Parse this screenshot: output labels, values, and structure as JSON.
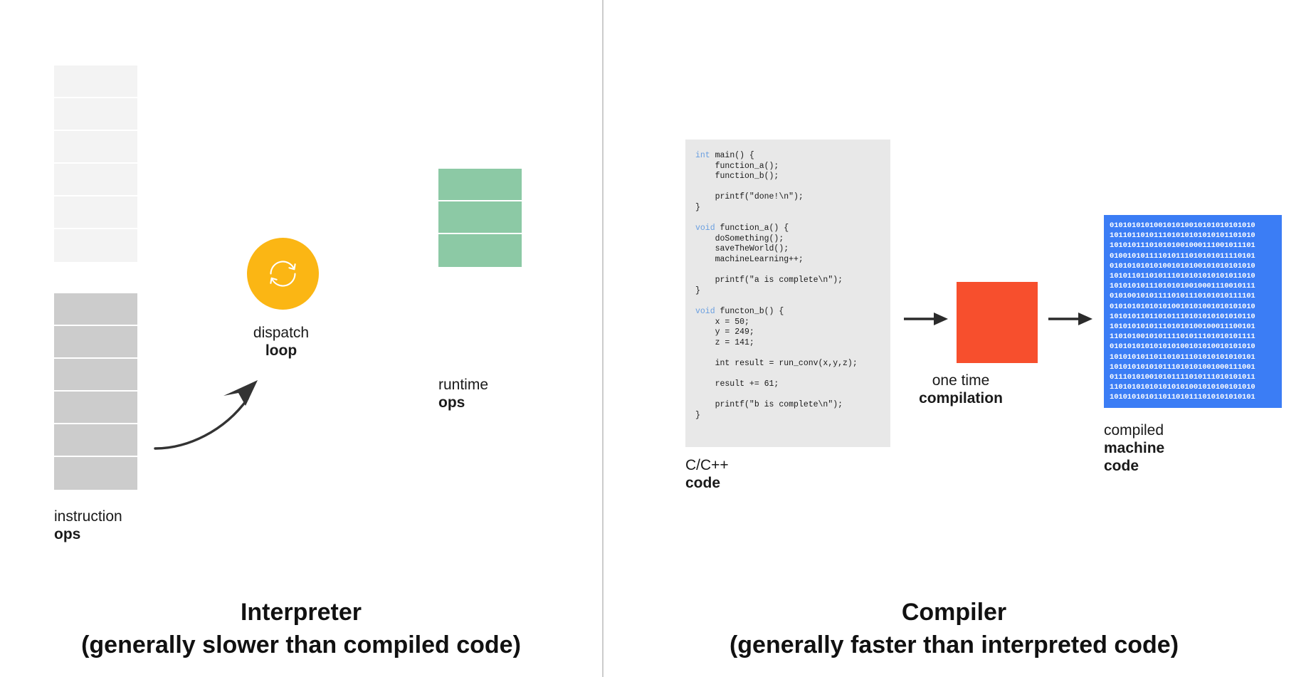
{
  "diagram": {
    "title": "Interpreter vs Compiler",
    "divider": {
      "color": "#cccccc"
    }
  },
  "interpreter": {
    "light_stack": {
      "name": "empty-instruction-slots",
      "count": 6,
      "color": "#f3f3f3"
    },
    "gray_stack": {
      "name": "instruction-ops-blocks",
      "count": 6,
      "color": "#cccccc"
    },
    "green_stack": {
      "name": "runtime-ops-blocks",
      "count": 3,
      "color": "#8cc9a5"
    },
    "dispatch": {
      "circle_color": "#fbb614",
      "icon": "refresh-loop-icon",
      "label_line1": "dispatch",
      "label_line2": "loop"
    },
    "instruction_ops": {
      "line1": "instruction",
      "line2": "ops"
    },
    "runtime_ops": {
      "line1": "runtime",
      "line2": "ops"
    },
    "caption": {
      "line1": "Interpreter",
      "line2_prefix": "(generally ",
      "line2_bold": "slower",
      "line2_suffix": " than compiled code)",
      "line2_full": "(generally slower than compiled code)"
    }
  },
  "compiler": {
    "code_label": {
      "line1": "C/C++",
      "line2": "code"
    },
    "code_panel": {
      "background": "#e8e8e8",
      "keyword_color": "#6a9fe0",
      "lines": [
        {
          "kw": "int",
          "rest": " main() {"
        },
        {
          "kw": "",
          "rest": "    function_a();"
        },
        {
          "kw": "",
          "rest": "    function_b();"
        },
        {
          "kw": "",
          "rest": ""
        },
        {
          "kw": "",
          "rest": "    printf(\"done!\\n\");"
        },
        {
          "kw": "",
          "rest": "}"
        },
        {
          "kw": "",
          "rest": ""
        },
        {
          "kw": "void",
          "rest": " function_a() {"
        },
        {
          "kw": "",
          "rest": "    doSomething();"
        },
        {
          "kw": "",
          "rest": "    saveTheWorld();"
        },
        {
          "kw": "",
          "rest": "    machineLearning++;"
        },
        {
          "kw": "",
          "rest": ""
        },
        {
          "kw": "",
          "rest": "    printf(\"a is complete\\n\");"
        },
        {
          "kw": "",
          "rest": "}"
        },
        {
          "kw": "",
          "rest": ""
        },
        {
          "kw": "void",
          "rest": " functon_b() {"
        },
        {
          "kw": "",
          "rest": "    x = 50;"
        },
        {
          "kw": "",
          "rest": "    y = 249;"
        },
        {
          "kw": "",
          "rest": "    z = 141;"
        },
        {
          "kw": "",
          "rest": ""
        },
        {
          "kw": "",
          "rest": "    int result = run_conv(x,y,z);"
        },
        {
          "kw": "",
          "rest": ""
        },
        {
          "kw": "",
          "rest": "    result += 61;"
        },
        {
          "kw": "",
          "rest": ""
        },
        {
          "kw": "",
          "rest": "    printf(\"b is complete\\n\");"
        },
        {
          "kw": "",
          "rest": "}"
        }
      ]
    },
    "compile_box": {
      "color": "#f74f2d",
      "name": "one-time-compilation-box"
    },
    "compile_label": {
      "line1": "one time",
      "line2": "compilation"
    },
    "machine_code_label": {
      "line1": "compiled",
      "line2": "machine",
      "line3": "code"
    },
    "binary_panel": {
      "background": "#3b7df5",
      "text_color": "#ffffff",
      "lines": [
        "010101010100101010010101010101010",
        "101101101011101010101010101101010",
        "101010111010101001000111001011101",
        "010010101111010111010101011110101",
        "010101010101001010100101010101010",
        "101011011010111010101010101011010",
        "101010101110101010010001110010111",
        "010100101011110101110101010111101",
        "010101010101010010101001010101010",
        "101010110110101110101010101010110",
        "101010101011101010100100011100101",
        "110101001010111101011101010101111",
        "010101010101010100101010010101010",
        "101010101101101011101010101010101",
        "101010101010111010101001000111001",
        "011101010010101111010111010101011",
        "110101010101010101001010100101010",
        "101010101011011010111010101010101"
      ]
    },
    "caption": {
      "line1": "Compiler",
      "line2_prefix": "(generally ",
      "line2_bold": "faster",
      "line2_suffix": " than interpreted code)",
      "line2_full": "(generally faster than interpreted code)"
    }
  }
}
